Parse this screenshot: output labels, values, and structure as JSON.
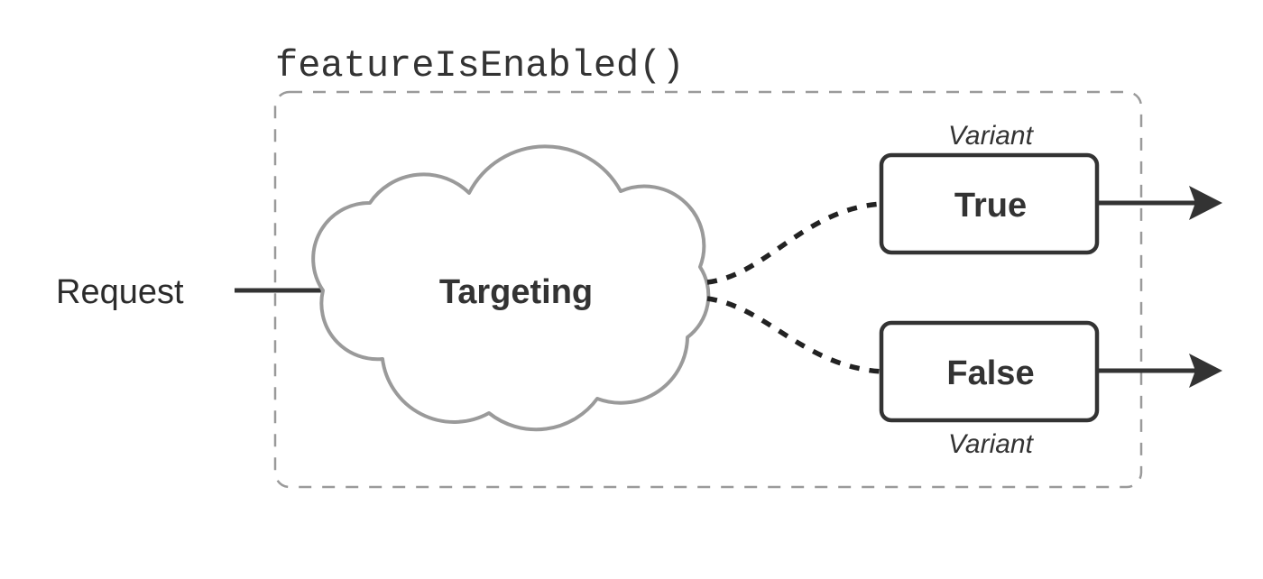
{
  "diagram": {
    "title": "featureIsEnabled()",
    "input": {
      "label": "Request"
    },
    "decision_node": {
      "label": "Targeting",
      "shape": "cloud",
      "stroke_color": "#9a9a9a"
    },
    "outputs": [
      {
        "label": "True",
        "annotation": "Variant",
        "annotation_position": "above",
        "connector": "dotted-curve",
        "exit": "arrow"
      },
      {
        "label": "False",
        "annotation": "Variant",
        "annotation_position": "below",
        "connector": "dotted-curve",
        "exit": "arrow"
      }
    ],
    "container": {
      "style": "dashed",
      "stroke_color": "#9a9a9a"
    },
    "colors": {
      "dark": "#333333",
      "gray": "#9a9a9a",
      "background": "#ffffff"
    }
  }
}
